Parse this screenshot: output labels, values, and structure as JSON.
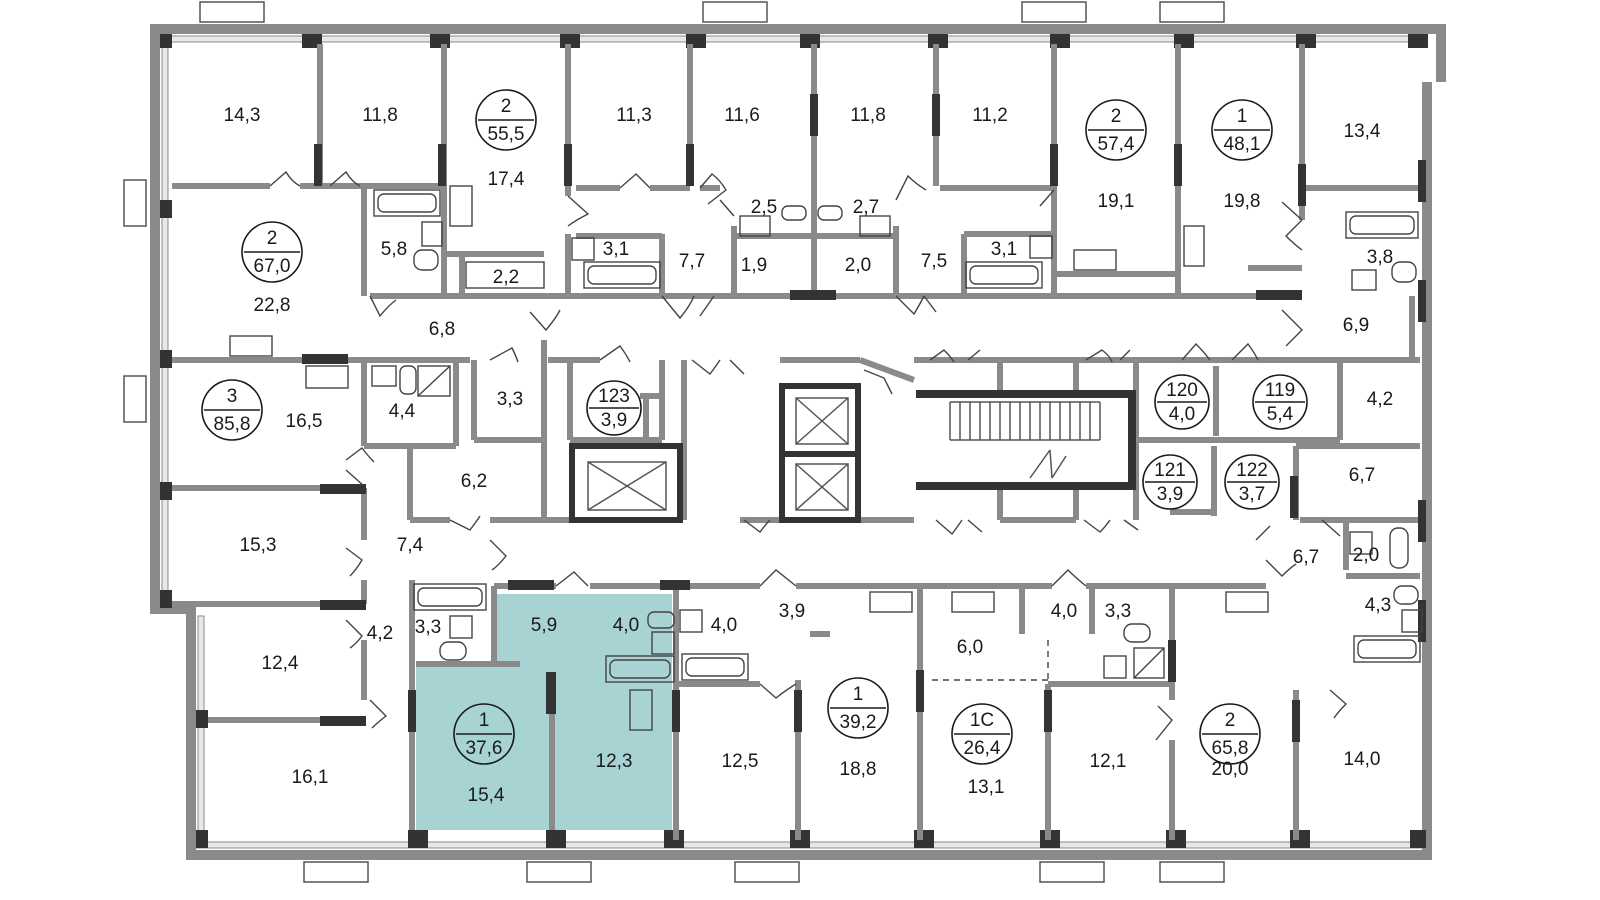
{
  "colors": {
    "wall": "#8a8a8a",
    "wall_dark": "#333333",
    "selected": "#a7d3d3",
    "text": "#1a1a1a"
  },
  "apartments": [
    {
      "id": "apt-55-5",
      "rooms": "2",
      "area": "55,5"
    },
    {
      "id": "apt-67-0",
      "rooms": "2",
      "area": "67,0"
    },
    {
      "id": "apt-85-8",
      "rooms": "3",
      "area": "85,8"
    },
    {
      "id": "apt-57-4",
      "rooms": "2",
      "area": "57,4"
    },
    {
      "id": "apt-48-1",
      "rooms": "1",
      "area": "48,1"
    },
    {
      "id": "apt-37-6",
      "rooms": "1",
      "area": "37,6",
      "selected": true
    },
    {
      "id": "apt-39-2",
      "rooms": "1",
      "area": "39,2"
    },
    {
      "id": "apt-26-4",
      "rooms": "1С",
      "area": "26,4"
    },
    {
      "id": "apt-65-8",
      "rooms": "2",
      "area": "65,8"
    }
  ],
  "storages": [
    {
      "num": "123",
      "area": "3,9"
    },
    {
      "num": "120",
      "area": "4,0"
    },
    {
      "num": "119",
      "area": "5,4"
    },
    {
      "num": "121",
      "area": "3,9"
    },
    {
      "num": "122",
      "area": "3,7"
    }
  ],
  "room_areas": [
    "14,3",
    "11,8",
    "17,4",
    "11,3",
    "11,6",
    "11,8",
    "11,2",
    "19,1",
    "19,8",
    "13,4",
    "5,8",
    "2,2",
    "3,1",
    "7,7",
    "2,5",
    "1,9",
    "2,7",
    "2,0",
    "7,5",
    "3,1",
    "3,8",
    "22,8",
    "6,8",
    "6,9",
    "16,5",
    "4,4",
    "3,3",
    "4,2",
    "6,2",
    "6,7",
    "15,3",
    "7,4",
    "6,7",
    "2,0",
    "3,3",
    "5,9",
    "4,0",
    "4,0",
    "3,9",
    "4,0",
    "3,3",
    "4,3",
    "4,2",
    "6,0",
    "12,4",
    "12,3",
    "12,5",
    "18,8",
    "13,1",
    "12,1",
    "20,0",
    "14,0",
    "16,1",
    "15,4"
  ]
}
